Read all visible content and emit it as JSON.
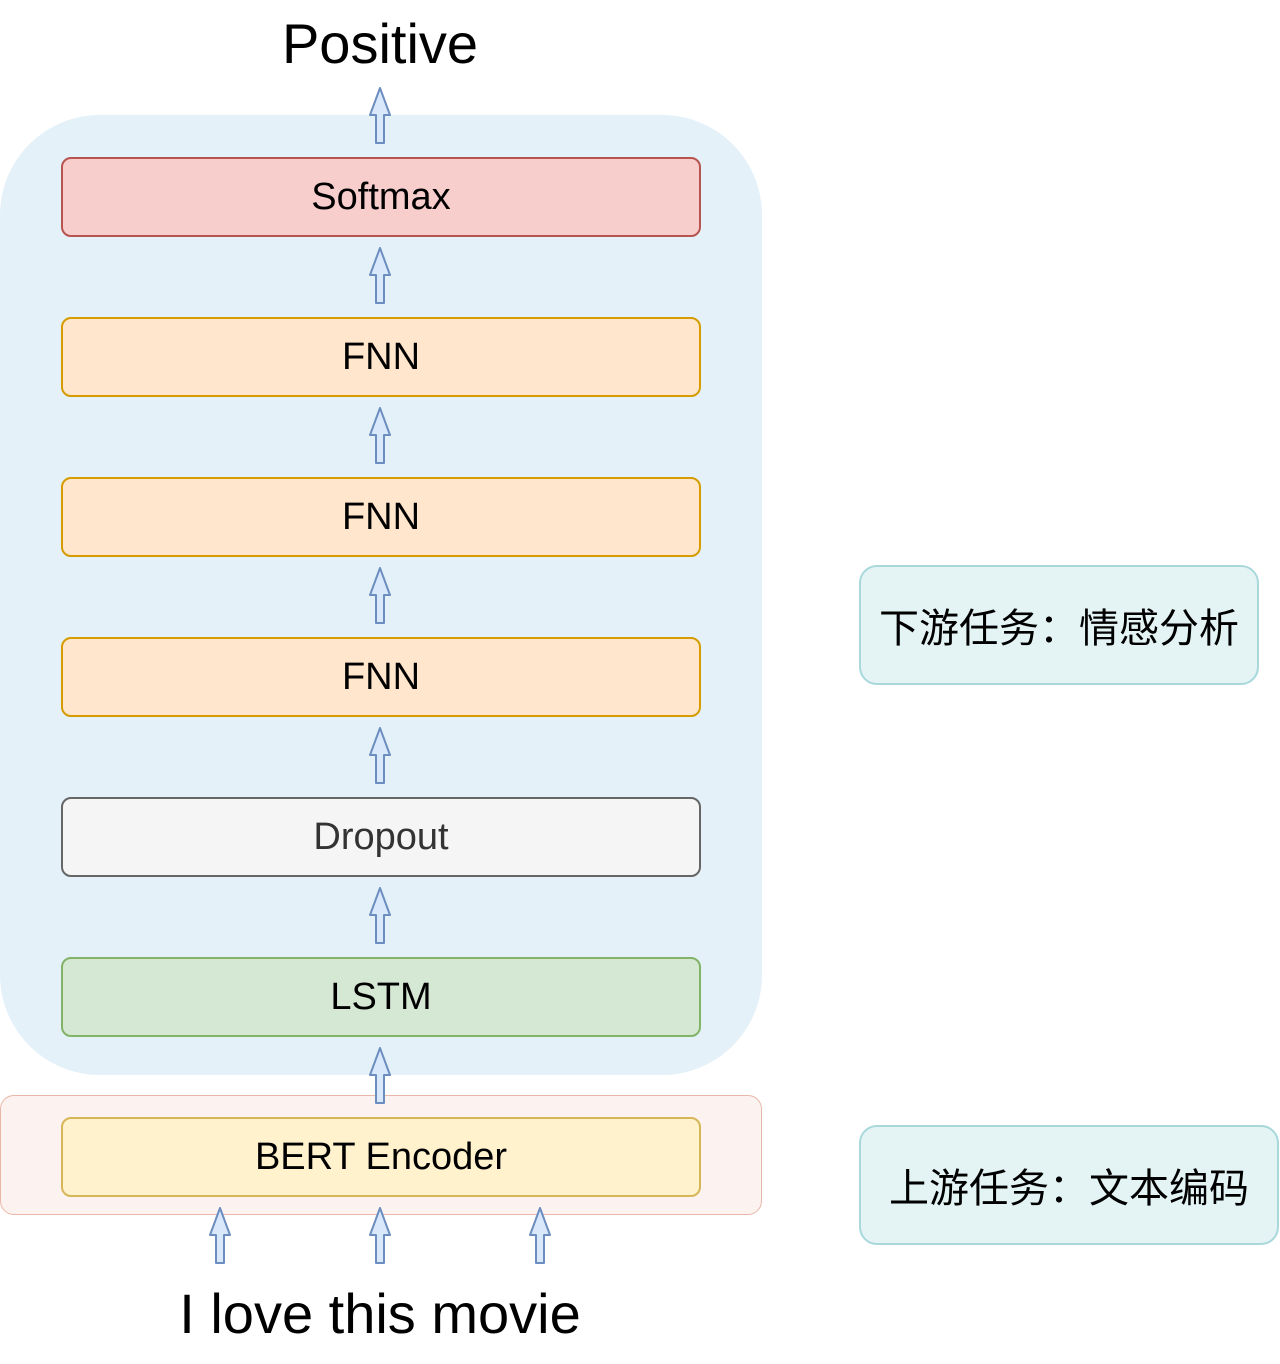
{
  "output_label": "Positive",
  "input_label": "I love this movie",
  "layers": [
    {
      "label": "Softmax",
      "fill": "#f8cecc",
      "stroke": "#b85450",
      "text_color": "#000000"
    },
    {
      "label": "FNN",
      "fill": "#ffe6cc",
      "stroke": "#d79b00",
      "text_color": "#000000"
    },
    {
      "label": "FNN",
      "fill": "#ffe6cc",
      "stroke": "#d79b00",
      "text_color": "#000000"
    },
    {
      "label": "FNN",
      "fill": "#ffe6cc",
      "stroke": "#d79b00",
      "text_color": "#000000"
    },
    {
      "label": "Dropout",
      "fill": "#f5f5f5",
      "stroke": "#666666",
      "text_color": "#333333"
    },
    {
      "label": "LSTM",
      "fill": "#d5e8d4",
      "stroke": "#82b366",
      "text_color": "#000000"
    }
  ],
  "encoder": {
    "label": "BERT Encoder",
    "fill": "#fff2cc",
    "stroke": "#d6b656",
    "text_color": "#000000"
  },
  "tasks": {
    "downstream": "下游任务：情感分析",
    "upstream": "上游任务：文本编码"
  },
  "colors": {
    "downstream_group": "#e4f1f9",
    "upstream_group": "#fcf3f0",
    "task_box": "#e4f4f5",
    "arrow_fill": "#dae8fc",
    "arrow_stroke": "#6c8ebf"
  }
}
